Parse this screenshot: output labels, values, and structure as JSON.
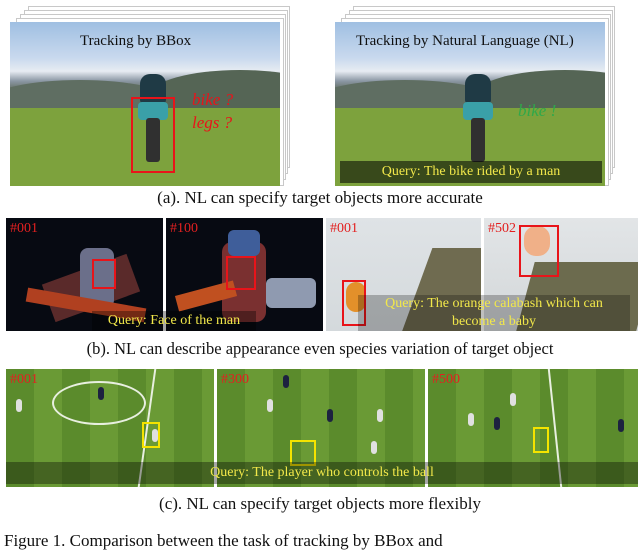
{
  "row_a": {
    "left_title": "Tracking by BBox",
    "guess_bike": "bike ?",
    "guess_legs": "legs ?",
    "right_title": "Tracking by Natural Language (NL)",
    "answer": "bike !",
    "query": "Query:  The bike rided by a man",
    "caption": "(a). NL can specify target objects more accurate"
  },
  "row_b": {
    "frames": [
      "#001",
      "#100",
      "#001",
      "#502"
    ],
    "query_left": "Query:  Face of the man",
    "query_right_line1": "Query:  The orange calabash which can",
    "query_right_line2": "become a baby",
    "caption": "(b). NL can describe appearance even species variation of target object"
  },
  "row_c": {
    "frames": [
      "#001",
      "#300",
      "#500"
    ],
    "query": "Query:  The player who controls the ball",
    "caption": "(c). NL can specify target objects more flexibly"
  },
  "figure_caption_partial": "Figure 1. Comparison between the task of tracking by BBox and",
  "colors": {
    "box_red": "#e8141a",
    "box_yellow": "#f4e300",
    "query_text": "#f2e84a",
    "guess_red": "#e8141a",
    "answer_green": "#2fa84a"
  }
}
